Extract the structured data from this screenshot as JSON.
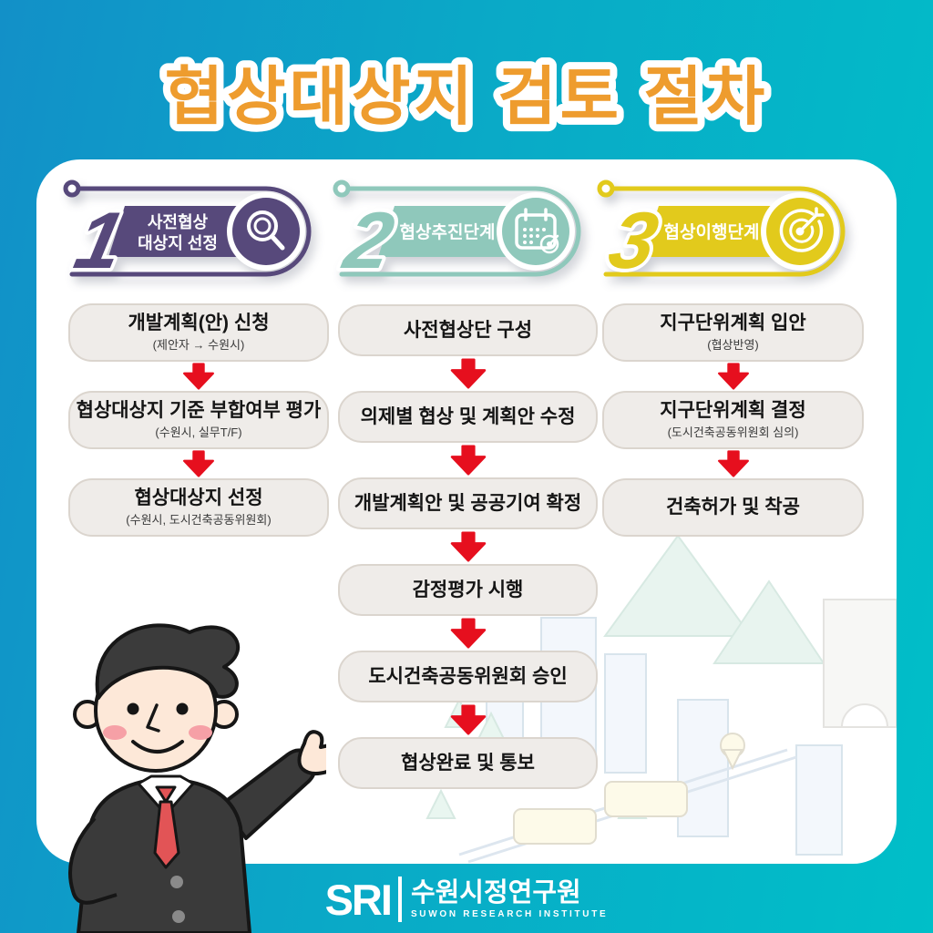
{
  "title": "협상대상지 검토 절차",
  "palette": {
    "background_left": "#1290c8",
    "background_right": "#00bfc8",
    "title_orange": "#ee9c2e",
    "stage1_purple": "#57497b",
    "stage2_teal": "#8fc8bb",
    "stage3_yellow": "#e2ca1c",
    "arrow_red": "#e60f1e",
    "box_background": "#efece9"
  },
  "columns": [
    {
      "number": "1",
      "label_lines": [
        "사전협상",
        "대상지 선정"
      ],
      "icon": "magnifier-icon",
      "steps": [
        {
          "title": "개발계획(안) 신청",
          "subtitle": "(제안자 → 수원시)"
        },
        {
          "title": "협상대상지 기준 부합여부 평가",
          "subtitle": "(수원시, 실무T/F)"
        },
        {
          "title": "협상대상지 선정",
          "subtitle": "(수원시, 도시건축공동위원회)"
        }
      ]
    },
    {
      "number": "2",
      "label_lines": [
        "협상추진단계"
      ],
      "icon": "calendar-target-icon",
      "steps": [
        {
          "title": "사전협상단 구성"
        },
        {
          "title": "의제별 협상 및 계획안 수정"
        },
        {
          "title": "개발계획안 및 공공기여 확정"
        },
        {
          "title": "감정평가 시행"
        },
        {
          "title": "도시건축공동위원회 승인"
        },
        {
          "title": "협상완료 및 통보"
        }
      ]
    },
    {
      "number": "3",
      "label_lines": [
        "협상이행단계"
      ],
      "icon": "target-dart-icon",
      "steps": [
        {
          "title": "지구단위계획 입안",
          "subtitle": "(협상반영)"
        },
        {
          "title": "지구단위계획 결정",
          "subtitle": "(도시건축공동위원회 심의)"
        },
        {
          "title": "건축허가 및 착공"
        }
      ]
    }
  ],
  "footer": {
    "logo_acronym": "SRI",
    "logo_korean": "수원시정연구원",
    "logo_english": "SUWON RESEARCH INSTITUTE"
  }
}
